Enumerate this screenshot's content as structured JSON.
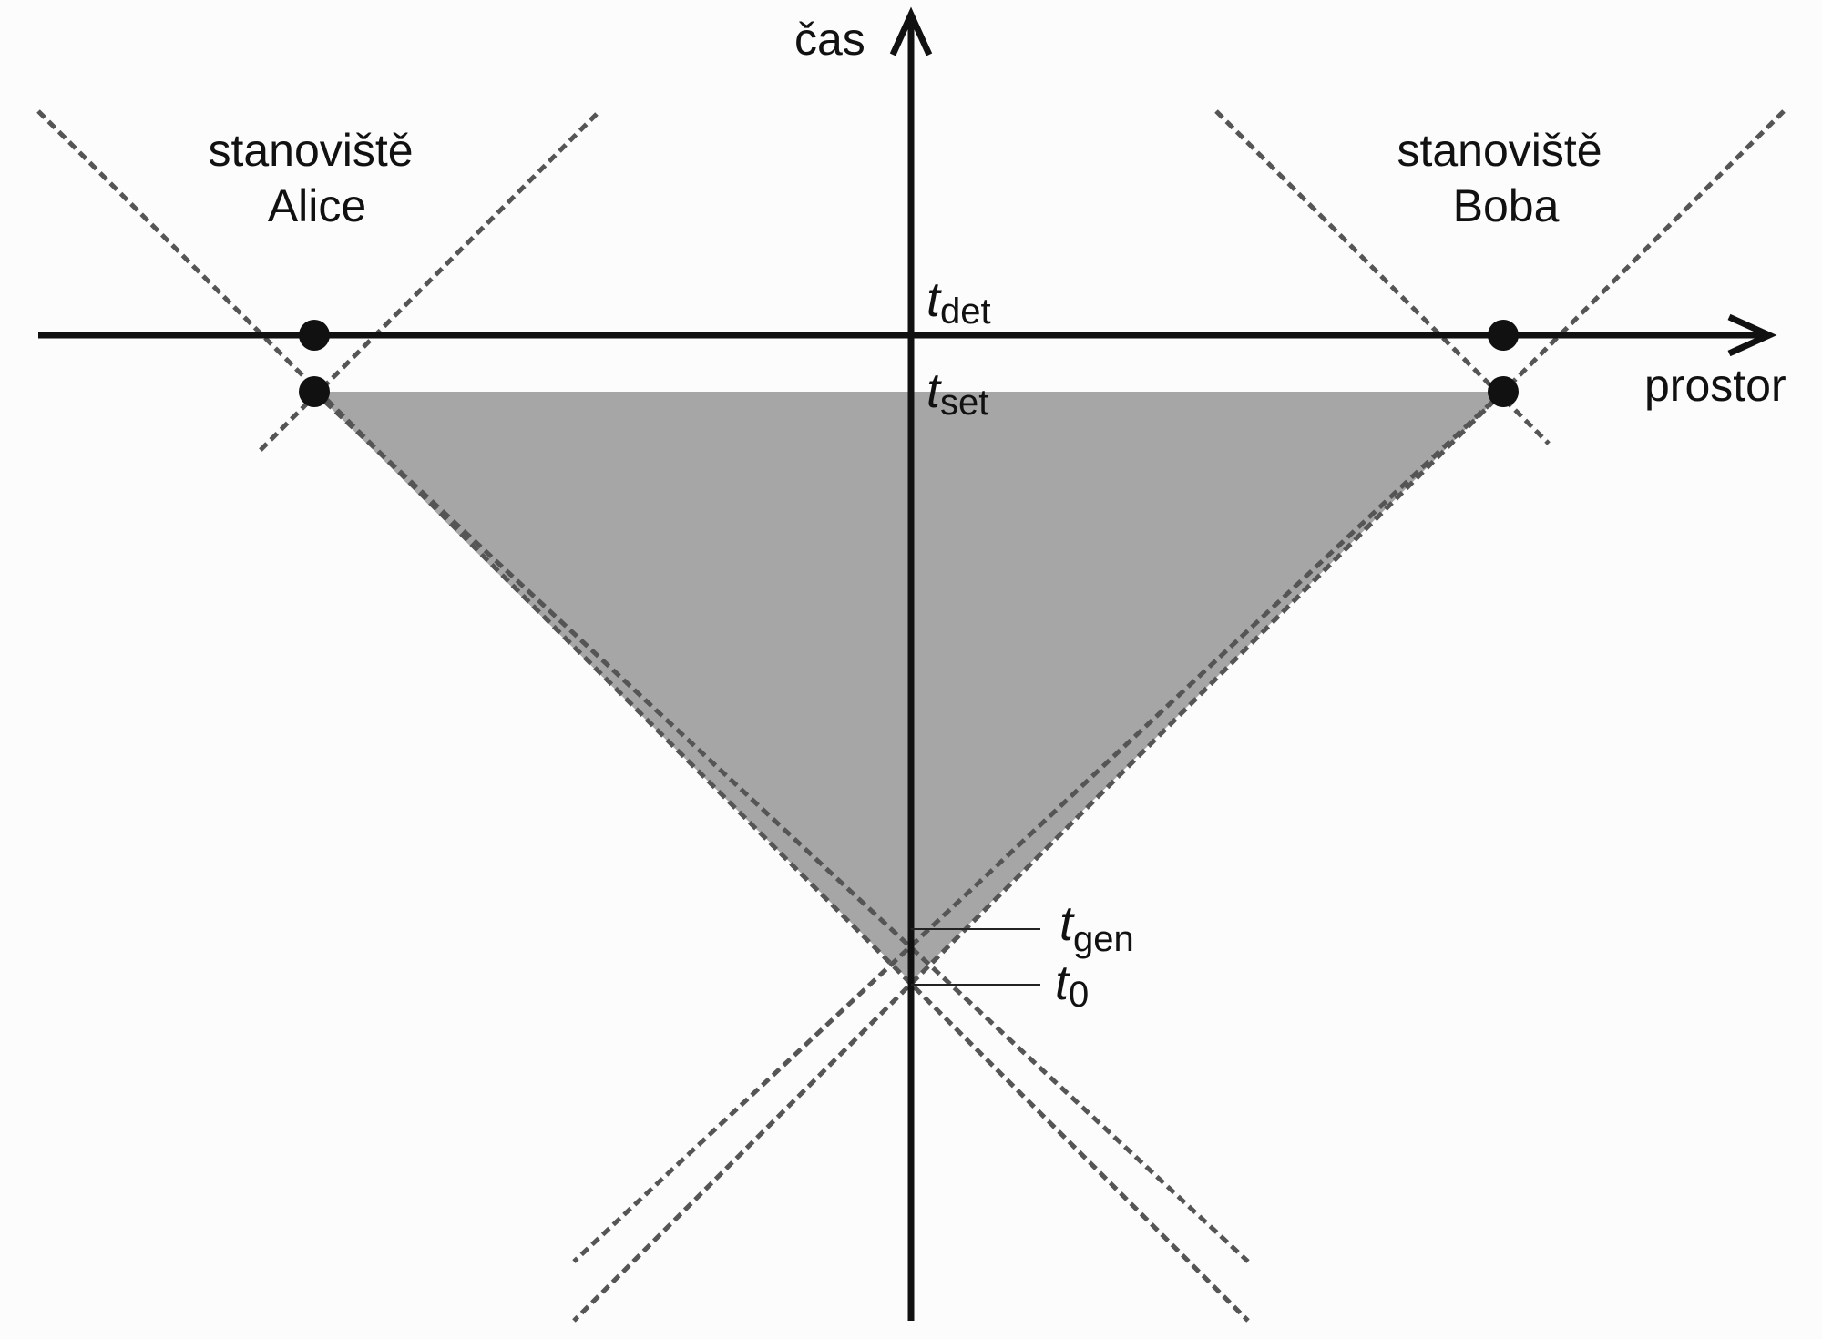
{
  "axes": {
    "time_label": "čas",
    "space_label": "prostor"
  },
  "stations": {
    "alice": {
      "line1": "stanoviště",
      "line2": "Alice"
    },
    "bob": {
      "line1": "stanoviště",
      "line2": "Boba"
    }
  },
  "time_markers": {
    "t_det": {
      "symbol": "t",
      "subscript": "det"
    },
    "t_set": {
      "symbol": "t",
      "subscript": "set"
    },
    "t_gen": {
      "symbol": "t",
      "subscript": "gen"
    },
    "t_0": {
      "symbol": "t",
      "subscript": "0"
    }
  },
  "colors": {
    "background": "#fcfcfc",
    "axes": "#111111",
    "shaded_region": "#a6a6a6",
    "light_cone_lines": "#555555",
    "event_dots": "#111111"
  }
}
